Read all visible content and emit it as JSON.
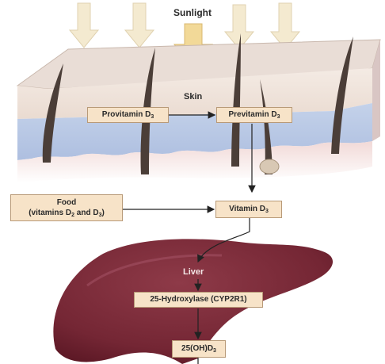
{
  "labels": {
    "sunlight": "Sunlight",
    "skin": "Skin",
    "liver": "Liver"
  },
  "boxes": {
    "provitamin": {
      "text": "Provitamin D",
      "sub": "3"
    },
    "previtamin": {
      "text": "Previtamin D",
      "sub": "3"
    },
    "food": {
      "line1": "Food",
      "line2_prefix": "(vitamins D",
      "sub1": "2",
      "line2_mid": " and D",
      "sub2": "3",
      "line2_suffix": ")"
    },
    "vitamin_d": {
      "text": "Vitamin D",
      "sub": "3"
    },
    "hydroxylase": {
      "text": "25-Hydroxylase (CYP2R1)"
    },
    "result": {
      "text": "25(OH)D",
      "sub": "3"
    }
  },
  "colors": {
    "sun_arrow": "#f3e7c2",
    "sun_arrow_main": "#f2d79a",
    "skin_top": "#f1e6de",
    "dermis_blue": "#b6c7e2",
    "subcutis_pink": "#f1d8d6",
    "hair": "#4a3c36",
    "liver": "#7a2a36",
    "box_fill": "#f7e3c8"
  }
}
